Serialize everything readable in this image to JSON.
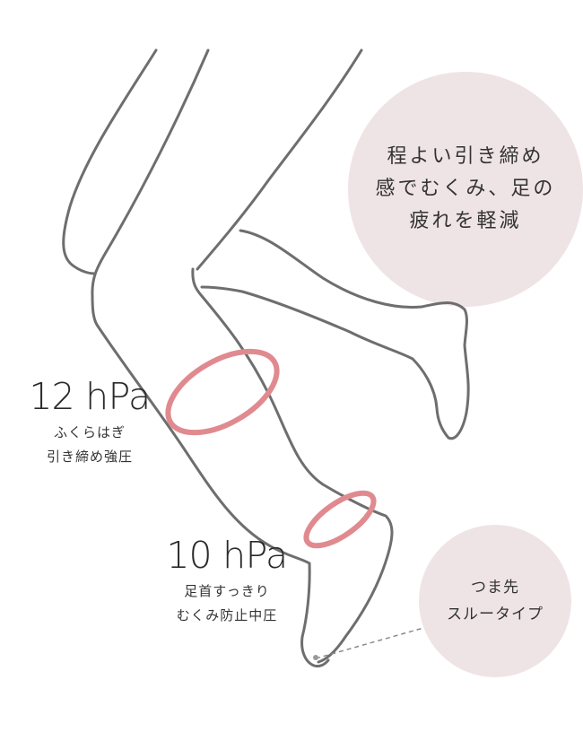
{
  "colors": {
    "background": "#ffffff",
    "outline": "#6e6e6e",
    "compression_ring": "#e08a90",
    "bubble_fill": "#efe4e5",
    "text": "#2b2b2b",
    "dashed_leader": "#8a8a8a"
  },
  "main_bubble": {
    "lines": [
      "程よい引き締め",
      "感でむくみ、足の",
      "疲れを軽減"
    ]
  },
  "calf_callout": {
    "value": "12",
    "unit": "hPa",
    "desc_lines": [
      "ふくらはぎ",
      "引き締め強圧"
    ]
  },
  "ankle_callout": {
    "value": "10",
    "unit": "hPa",
    "desc_lines": [
      "足首すっきり",
      "むくみ防止中圧"
    ]
  },
  "toe_bubble": {
    "lines": [
      "つま先",
      "スルータイプ"
    ]
  },
  "illustration": {
    "subject": "legs-in-compression-socks-outline",
    "rings": [
      "calf-ring",
      "ankle-ring"
    ]
  }
}
